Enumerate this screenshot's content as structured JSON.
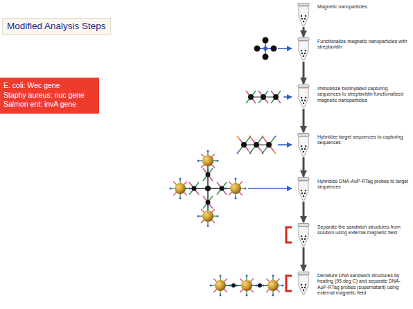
{
  "diagram": {
    "title": "Modified Analysis Steps",
    "nodes": [
      {
        "text": [
          "E. coli: Wec gene",
          "Staphy aureus: nuc gene",
          "Salmon ent: invA gene"
        ]
      },
      {
        "text": [
          "Magnetic nanoparticles"
        ]
      },
      {
        "text": [
          "Functionalize magnetic nanoparticles with streptavidin"
        ]
      },
      {
        "text": [
          "Immobilize biotinylated capturing sequences to streptavidin functionalized magnetic nanoparticles"
        ]
      },
      {
        "text": [
          "Hybridize target sequences to capturing sequences"
        ]
      },
      {
        "text": [
          "Hybridize DNA-AuP-RTag probes to target sequences"
        ]
      },
      {
        "text": [
          "Separate the sandwich structures from solution using external magnetic field"
        ]
      },
      {
        "text": [
          "Denature DNA sandwich structures by heating (95 deg C) and separate DNA-AuP-RTag probes (supernatant) using external magnetic field"
        ]
      }
    ],
    "edges": [
      {
        "from": 1,
        "to": 2,
        "arrow": "to"
      },
      {
        "from": 2,
        "to": 3,
        "arrow": "to"
      },
      {
        "from": 3,
        "to": 4,
        "arrow": "to"
      },
      {
        "from": 4,
        "to": 5,
        "arrow": "to"
      },
      {
        "from": 5,
        "to": 6,
        "arrow": "to"
      },
      {
        "from": 6,
        "to": 7,
        "arrow": "to"
      }
    ]
  }
}
